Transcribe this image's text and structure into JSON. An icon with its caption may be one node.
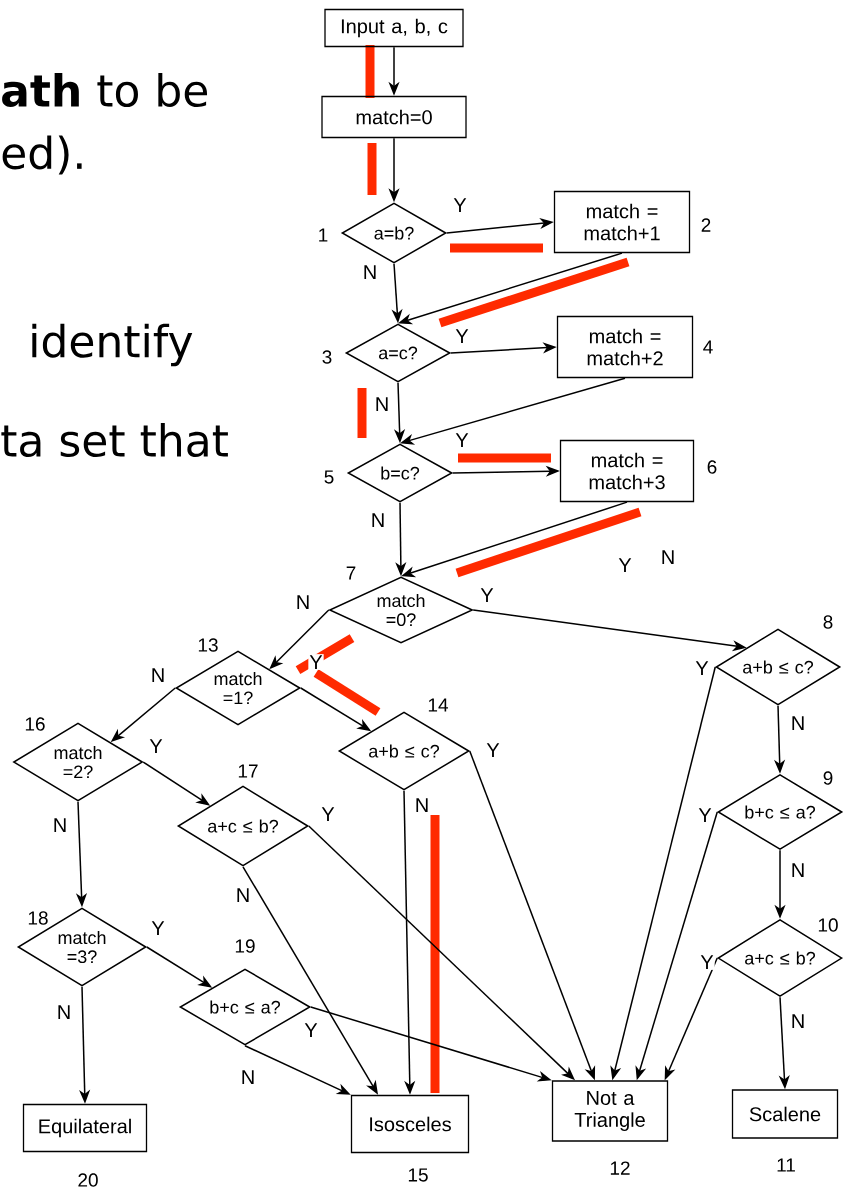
{
  "diagram": {
    "nodes": [
      {
        "text": [
          "Input a, b, c"
        ]
      },
      {
        "text": [
          "match=0"
        ]
      },
      {
        "text": [
          "a=b?"
        ],
        "beside": [
          "1"
        ]
      },
      {
        "text": [
          "match = match+1"
        ],
        "beside": [
          "2"
        ]
      },
      {
        "text": [
          "a=c?"
        ],
        "beside": [
          "3"
        ]
      },
      {
        "text": [
          "match = match+2"
        ],
        "beside": [
          "4"
        ]
      },
      {
        "text": [
          "b=c?"
        ],
        "beside": [
          "5"
        ]
      },
      {
        "text": [
          "match = match+3"
        ],
        "beside": [
          "6"
        ]
      },
      {
        "text": [
          "match =0?"
        ],
        "beside": [
          "7"
        ]
      },
      {
        "text": [
          "a+b ≤ c?"
        ],
        "beside": [
          "8"
        ]
      },
      {
        "text": [
          "match =1?"
        ],
        "beside": [
          "13"
        ]
      },
      {
        "text": [
          "a+b ≤ c?"
        ],
        "beside": [
          "14"
        ]
      },
      {
        "text": [
          "match =2?"
        ],
        "beside": [
          "16"
        ]
      },
      {
        "text": [
          "b+c ≤ a?"
        ],
        "beside": [
          "9"
        ]
      },
      {
        "text": [
          "a+c ≤ b?"
        ],
        "beside": [
          "17"
        ]
      },
      {
        "text": [
          "match =3?"
        ],
        "beside": [
          "18"
        ]
      },
      {
        "text": [
          "a+c ≤ b?"
        ],
        "beside": [
          "10"
        ]
      },
      {
        "text": [
          "b+c ≤ a?"
        ],
        "beside": [
          "19"
        ]
      },
      {
        "text": [
          "Equilateral"
        ],
        "beside": [
          "20"
        ]
      },
      {
        "text": [
          "Isosceles"
        ],
        "beside": [
          "15"
        ]
      },
      {
        "text": [
          "Not a Triangle"
        ],
        "beside": [
          "12"
        ]
      },
      {
        "text": [
          "Scalene"
        ],
        "beside": [
          "11"
        ]
      }
    ],
    "edges": [
      {
        "from": 0,
        "to": 1,
        "arrow": "to"
      },
      {
        "from": 1,
        "to": 2,
        "arrow": "to"
      },
      {
        "from": 2,
        "to": 3,
        "arrow": "to",
        "label": "Y"
      },
      {
        "from": 2,
        "to": 4,
        "arrow": "to",
        "label": "N"
      },
      {
        "from": 3,
        "to": 4,
        "arrow": "to"
      },
      {
        "from": 4,
        "to": 5,
        "arrow": "to",
        "label": "Y"
      },
      {
        "from": 4,
        "to": 6,
        "arrow": "to",
        "label": "N"
      },
      {
        "from": 5,
        "to": 6,
        "arrow": "to"
      },
      {
        "from": 6,
        "to": 7,
        "arrow": "to",
        "label": "Y"
      },
      {
        "from": 6,
        "to": 8,
        "arrow": "to",
        "label": "N"
      },
      {
        "from": 7,
        "to": 8,
        "arrow": "to"
      },
      {
        "from": 8,
        "to": 9,
        "arrow": "to",
        "label": "Y"
      },
      {
        "from": 8,
        "to": 10,
        "arrow": "to",
        "label": "N"
      },
      {
        "from": 9,
        "to": 20,
        "arrow": "to",
        "label": "Y"
      },
      {
        "from": 9,
        "to": 13,
        "arrow": "to",
        "label": "N"
      },
      {
        "from": 10,
        "to": 11,
        "arrow": "to",
        "label": "Y"
      },
      {
        "from": 10,
        "to": 12,
        "arrow": "to",
        "label": "N"
      },
      {
        "from": 11,
        "to": 20,
        "arrow": "to",
        "label": "Y"
      },
      {
        "from": 11,
        "to": 19,
        "arrow": "to",
        "label": "N"
      },
      {
        "from": 12,
        "to": 14,
        "arrow": "to",
        "label": "Y"
      },
      {
        "from": 12,
        "to": 15,
        "arrow": "to",
        "label": "N"
      },
      {
        "from": 13,
        "to": 20,
        "arrow": "to",
        "label": "Y"
      },
      {
        "from": 13,
        "to": 16,
        "arrow": "to",
        "label": "N"
      },
      {
        "from": 14,
        "to": 20,
        "arrow": "to",
        "label": "Y"
      },
      {
        "from": 14,
        "to": 19,
        "arrow": "to",
        "label": "N"
      },
      {
        "from": 15,
        "to": 17,
        "arrow": "to",
        "label": "Y"
      },
      {
        "from": 15,
        "to": 18,
        "arrow": "to",
        "label": "N"
      },
      {
        "from": 17,
        "to": 20,
        "arrow": "to",
        "label": "Y"
      },
      {
        "from": 17,
        "to": 19,
        "arrow": "to",
        "label": "N"
      },
      {
        "from": 16,
        "to": 20,
        "arrow": "to",
        "label": "Y"
      },
      {
        "from": 16,
        "to": 21,
        "arrow": "to",
        "label": "N"
      }
    ],
    "labels": [
      "**ath** to be",
      "ed).",
      "identify",
      "ta set that",
      "Y",
      "N"
    ]
  }
}
